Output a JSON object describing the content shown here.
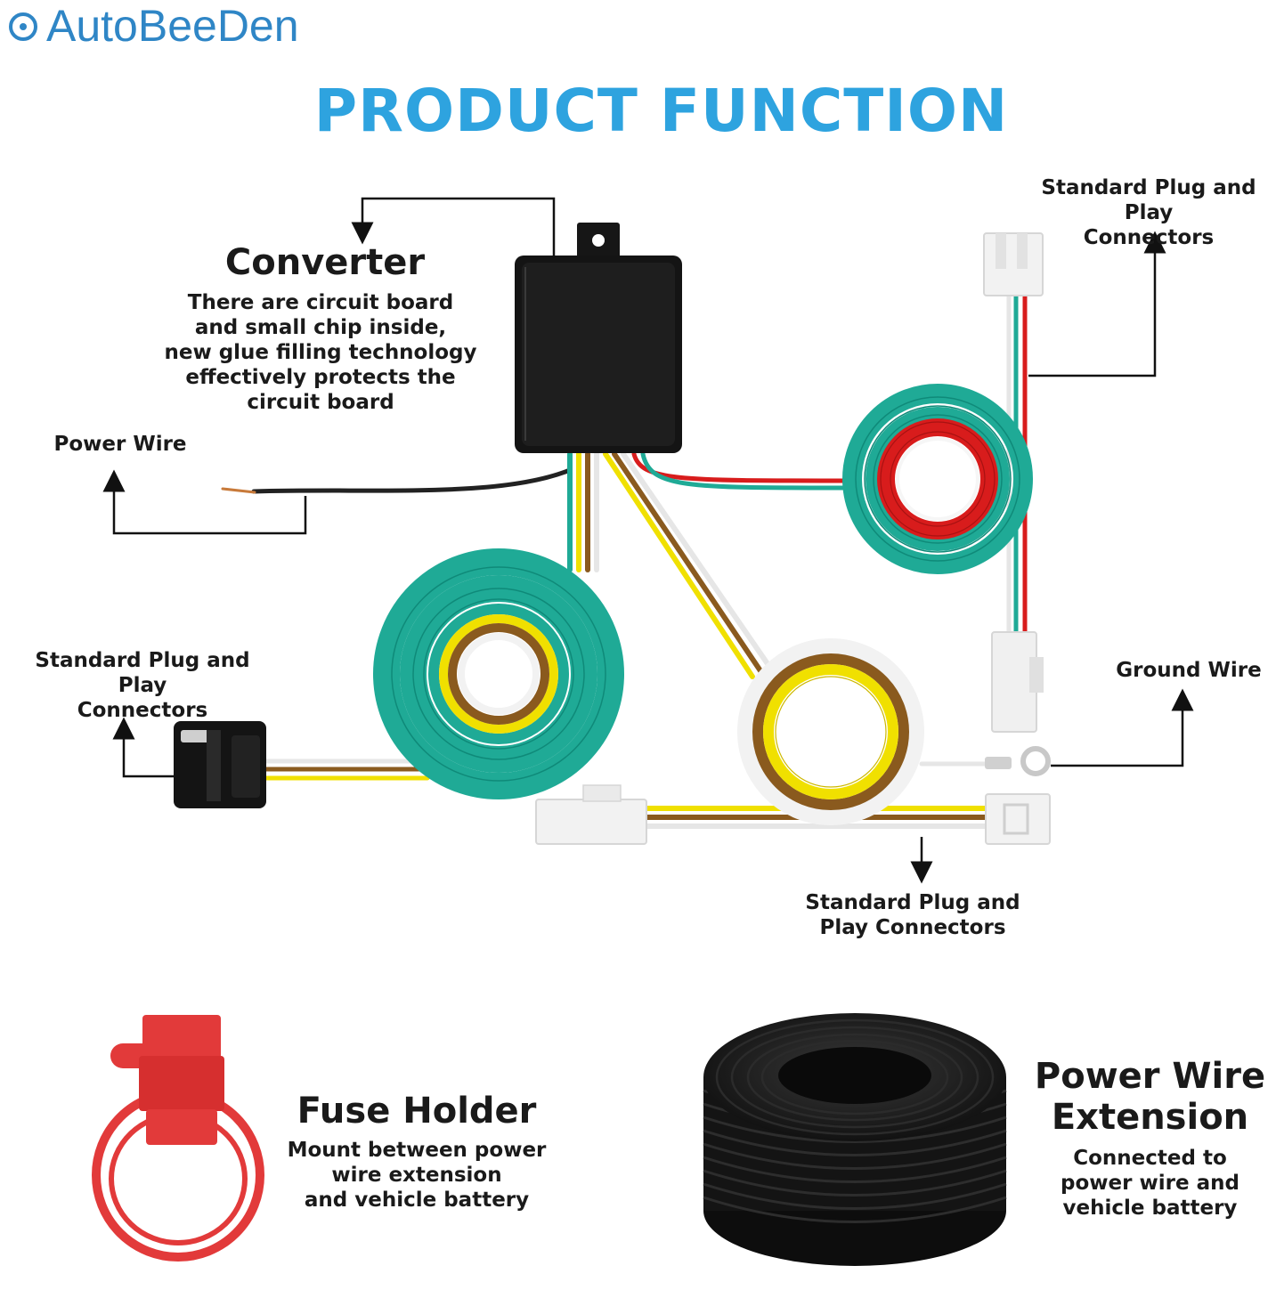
{
  "brand": {
    "name": "AutoBeeDen"
  },
  "title": "PRODUCT FUNCTION",
  "callouts": {
    "converter": {
      "heading": "Converter",
      "lines": [
        "There are circuit board",
        "and small chip inside,",
        "new glue filling technology",
        "effectively protects the",
        "circuit board"
      ]
    },
    "power_wire": "Power Wire",
    "plug_top_right": [
      "Standard Plug and Play",
      "Connectors"
    ],
    "plug_left": [
      "Standard Plug and Play",
      "Connectors"
    ],
    "ground_wire": "Ground Wire",
    "plug_bottom": [
      "Standard Plug and",
      "Play Connectors"
    ]
  },
  "fuse_holder": {
    "heading": "Fuse Holder",
    "lines": [
      "Mount between power",
      "wire extension",
      "and vehicle battery"
    ]
  },
  "power_extension": {
    "heading": [
      "Power Wire",
      "Extension"
    ],
    "lines": [
      "Connected to",
      "power wire and",
      "vehicle battery"
    ]
  },
  "colors": {
    "brand": "#2f86c6",
    "title": "#2ea3df",
    "wire_green": "#1faa96",
    "wire_yellow": "#f0e000",
    "wire_brown": "#8a5a1e",
    "wire_red": "#d81c1c",
    "fuse_red": "#e23a3a"
  },
  "icons": [
    "converter-box-icon",
    "coil-icon",
    "connector-icon",
    "ring-terminal-icon",
    "fuse-holder-icon",
    "cable-spool-icon"
  ]
}
